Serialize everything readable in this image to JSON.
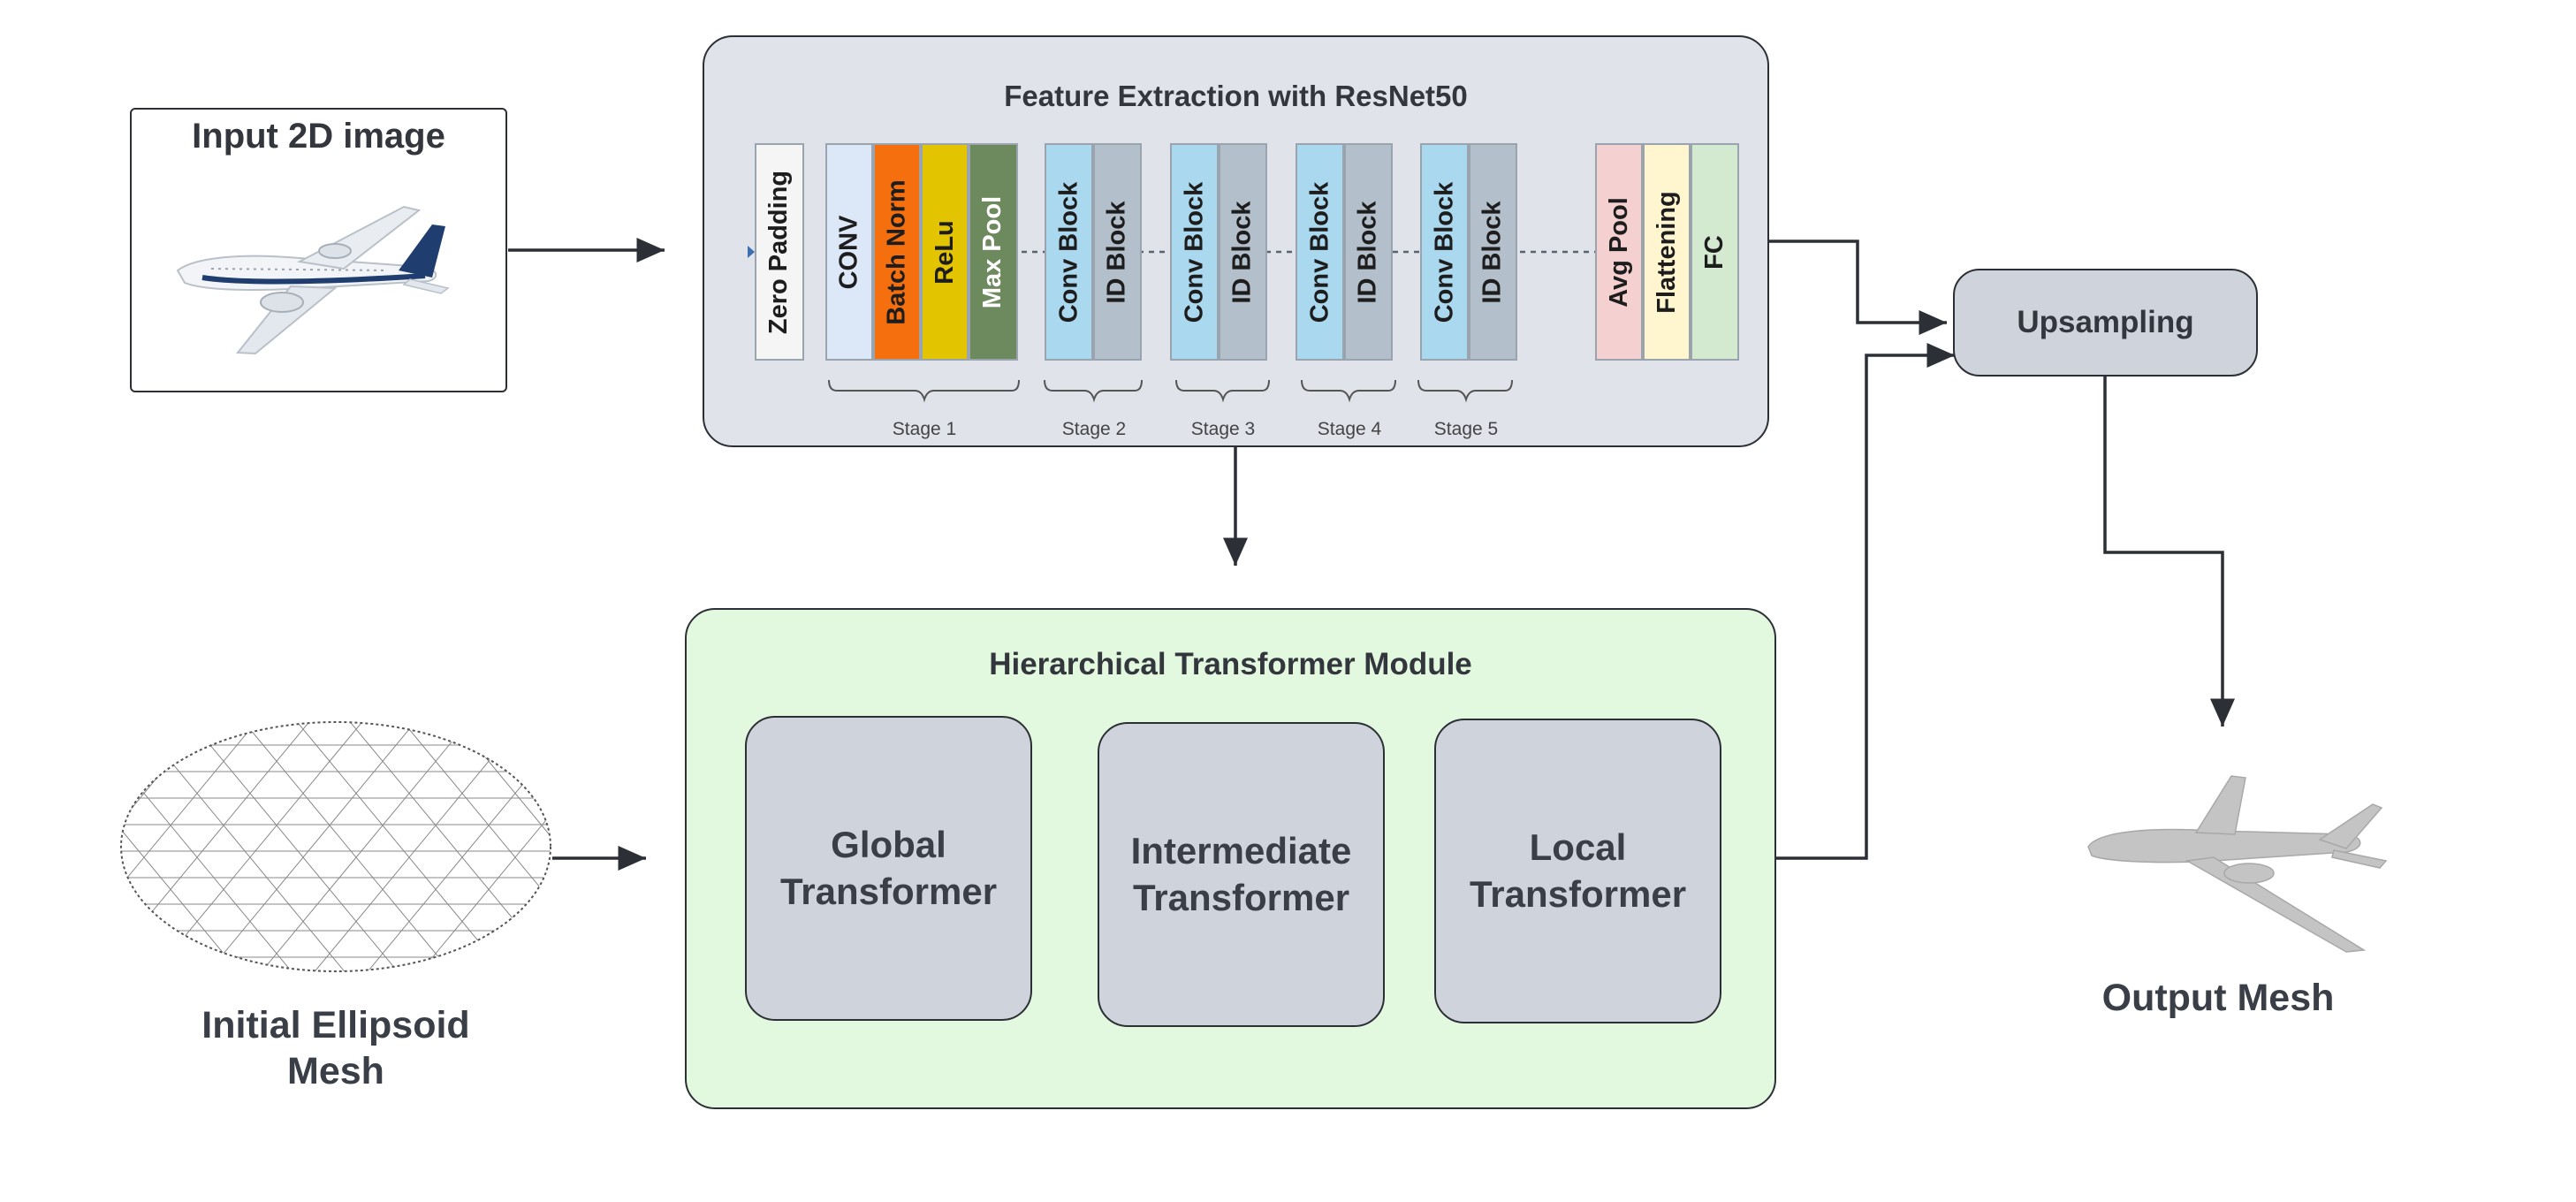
{
  "input_image": {
    "title": "Input 2D image"
  },
  "resnet": {
    "title": "Feature Extraction with ResNet50",
    "blocks": {
      "zero_padding": "Zero Padding",
      "conv": "CONV",
      "batch_norm": "Batch Norm",
      "relu": "ReLu",
      "max_pool": "Max Pool",
      "conv_block": "Conv Block",
      "id_block": "ID Block",
      "avg_pool": "Avg Pool",
      "flattening": "Flattening",
      "fc": "FC"
    },
    "stages": [
      "Stage 1",
      "Stage 2",
      "Stage 3",
      "Stage 4",
      "Stage 5"
    ]
  },
  "upsampling": {
    "label": "Upsampling"
  },
  "transformer_module": {
    "title": "Hierarchical Transformer Module",
    "global": "Global Transformer",
    "intermediate": "Intermediate Transformer",
    "local": "Local Transformer"
  },
  "ellipsoid": {
    "caption_line1": "Initial Ellipsoid",
    "caption_line2": "Mesh"
  },
  "output": {
    "caption": "Output Mesh"
  },
  "colors": {
    "resnet_panel": "#e0e3ea",
    "transformer_panel": "#e2f9e0",
    "transformer_box": "#cfd4dc",
    "conv": "#dce8f8",
    "batch_norm": "#f56f0f",
    "relu": "#e2c400",
    "max_pool": "#6d8a5f",
    "conv_block": "#aad8ee",
    "id_block": "#b3bfcb",
    "avg_pool": "#f5d0d0",
    "flattening": "#fff5cf",
    "fc": "#d3e9d0",
    "arrow": "#2c2f35"
  }
}
